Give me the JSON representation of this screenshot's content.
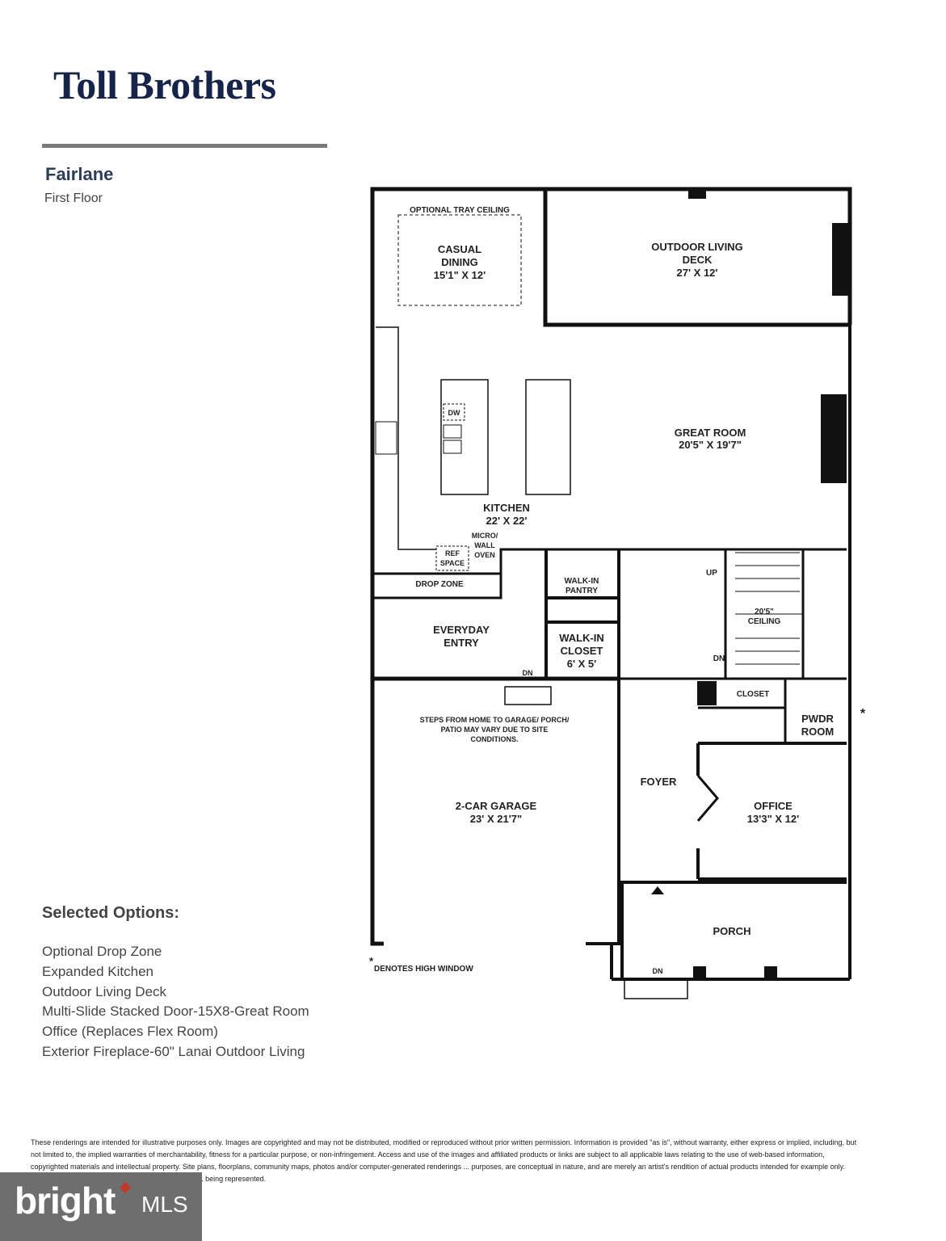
{
  "brand": {
    "logo_text": "Toll Brothers",
    "logo_color": "#16244a"
  },
  "plan": {
    "name": "Fairlane",
    "floor": "First Floor"
  },
  "rooms": {
    "tray_ceiling": "OPTIONAL TRAY CEILING",
    "casual_dining": {
      "name": "CASUAL",
      "name2": "DINING",
      "size": "15'1\" X 12'"
    },
    "outdoor_deck": {
      "name": "OUTDOOR LIVING",
      "name2": "DECK",
      "size": "27' X 12'"
    },
    "great_room": {
      "name": "GREAT ROOM",
      "size": "20'5\" X 19'7\""
    },
    "kitchen": {
      "name": "KITCHEN",
      "size": "22' X 22'"
    },
    "dw": "DW",
    "micro": "MICRO/",
    "wall": "WALL",
    "oven": "OVEN",
    "ref1": "REF",
    "ref2": "SPACE",
    "drop_zone": "DROP ZONE",
    "walkin_pantry1": "WALK-IN",
    "walkin_pantry2": "PANTRY",
    "everyday_entry1": "EVERYDAY",
    "everyday_entry2": "ENTRY",
    "walkin_closet1": "WALK-IN",
    "walkin_closet2": "CLOSET",
    "walkin_closet_size": "6' X 5'",
    "up": "UP",
    "dn": "DN",
    "ceiling1": "20'5\"",
    "ceiling2": "CEILING",
    "closet": "CLOSET",
    "pwdr1": "PWDR",
    "pwdr2": "ROOM",
    "high_window_mark": "*",
    "steps_note1": "STEPS FROM HOME TO GARAGE/ PORCH/",
    "steps_note2": "PATIO MAY VARY DUE TO SITE",
    "steps_note3": "CONDITIONS.",
    "garage": {
      "name": "2-CAR GARAGE",
      "size": "23' X 21'7\""
    },
    "foyer": "FOYER",
    "office": {
      "name": "OFFICE",
      "size": "13'3\" X 12'"
    },
    "porch": "PORCH",
    "high_window_note": "DENOTES HIGH WINDOW"
  },
  "options": {
    "title": "Selected Options:",
    "items": [
      "Optional Drop Zone",
      "Expanded Kitchen",
      "Outdoor Living Deck",
      "Multi-Slide Stacked Door-15X8-Great Room",
      "Office (Replaces Flex Room)",
      "Exterior Fireplace-60\" Lanai Outdoor Living"
    ]
  },
  "disclaimer": "These renderings are intended for illustrative purposes only. Images are copyrighted and may not be distributed, modified or reproduced without prior written permission. Information is provided \"as is\", without warranty, either express or implied, including, but not limited to, the implied warranties of merchantability, fitness for a particular purpose, or non-infringement. Access and use of the images and affiliated products or links are subject to all applicable laws relating to the use of web-based information, copyrighted materials and intellectual property. Site plans, floorplans, community maps, photos and/or computer-generated renderings ... purposes, are conceptual in nature, and are merely an artist's rendition of actual products intended for example only. These renderings may not accurately represent the ... being represented.",
  "watermark": {
    "brand": "bright",
    "suffix": "MLS"
  }
}
